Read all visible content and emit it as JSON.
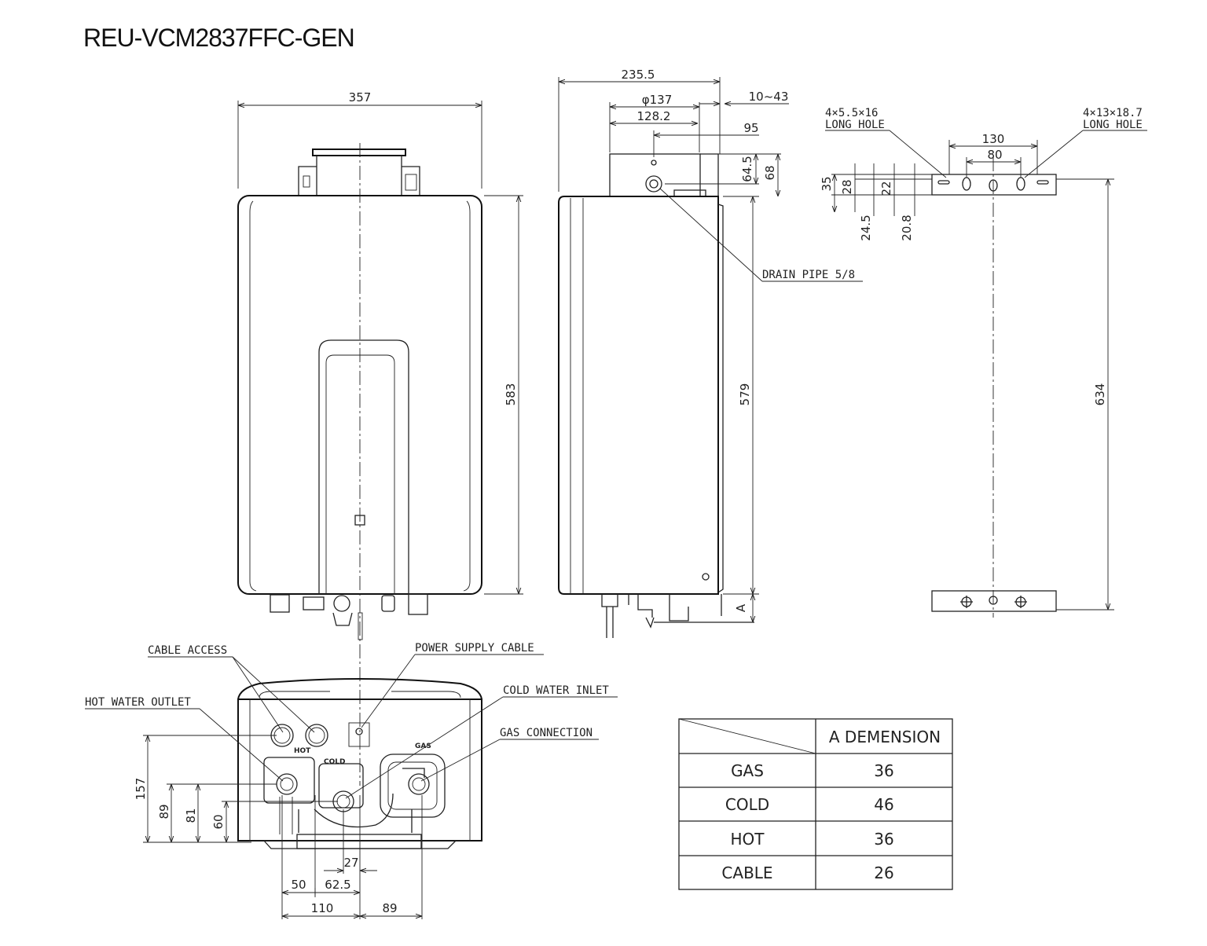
{
  "title": "REU-VCM2837FFC-GEN",
  "dimensions": {
    "front_width": "357",
    "front_height": "583",
    "side_depth": "235.5",
    "flue_dia": "φ137",
    "flue_inner": "128.2",
    "flue_offset": "10~43",
    "drain_offset": "95",
    "flue_h1": "64.5",
    "flue_h2": "68",
    "side_height": "579",
    "bracket_span": "634",
    "bracket_130": "130",
    "bracket_80": "80",
    "bracket_35": "35",
    "bracket_28": "28",
    "bracket_22": "22",
    "bracket_245": "24.5",
    "bracket_208": "20.8",
    "bottom_157": "157",
    "bottom_89v": "89",
    "bottom_81": "81",
    "bottom_60": "60",
    "bottom_27": "27",
    "bottom_50": "50",
    "bottom_625": "62.5",
    "bottom_110": "110",
    "bottom_89h": "89",
    "a_marker": "A"
  },
  "labels": {
    "long_hole_1_size": "4×5.5×16",
    "long_hole_1": "LONG HOLE",
    "long_hole_2_size": "4×13×18.7",
    "long_hole_2": "LONG HOLE",
    "drain_pipe": "DRAIN PIPE 5/8",
    "cable_access": "CABLE ACCESS",
    "power_supply_cable": "POWER SUPPLY CABLE",
    "hot_water_outlet": "HOT WATER OUTLET",
    "cold_water_inlet": "COLD WATER INLET",
    "gas_connection": "GAS CONNECTION",
    "hot_mark": "HOT",
    "cold_mark": "COLD",
    "gas_mark": "GAS"
  },
  "table": {
    "header": "A DEMENSION",
    "rows": [
      {
        "name": "GAS",
        "value": "36"
      },
      {
        "name": "COLD",
        "value": "46"
      },
      {
        "name": "HOT",
        "value": "36"
      },
      {
        "name": "CABLE",
        "value": "26"
      }
    ]
  }
}
